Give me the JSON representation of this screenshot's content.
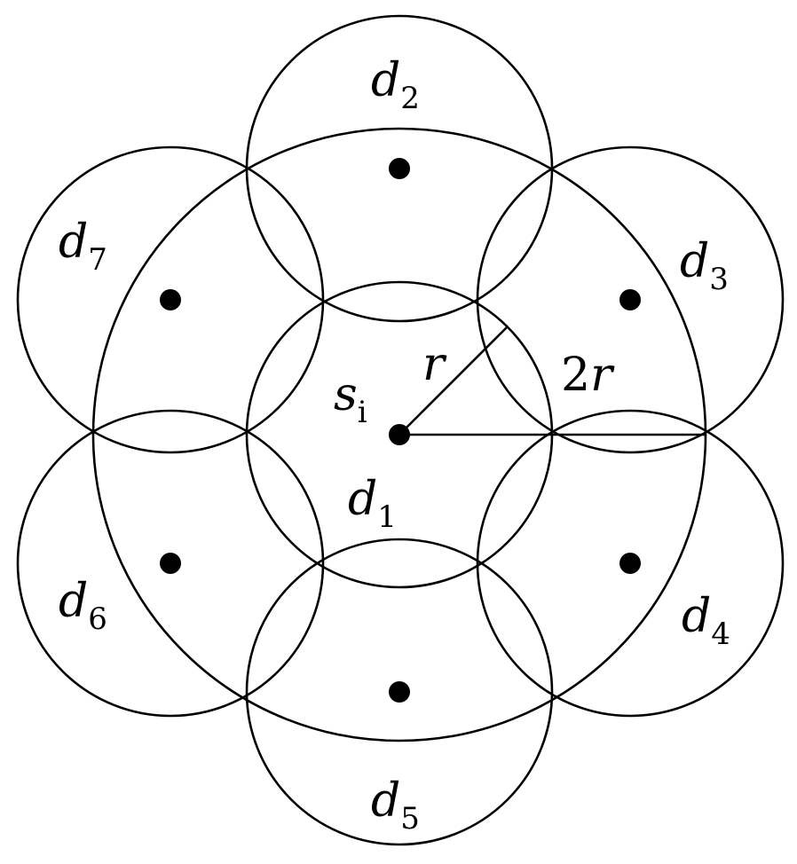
{
  "diagram": {
    "center_label": {
      "letter": "s",
      "sub": "i"
    },
    "radius_label": "r",
    "outer_radius_label": {
      "num": "2",
      "var": "r"
    },
    "disks": [
      {
        "letter": "d",
        "sub": "1"
      },
      {
        "letter": "d",
        "sub": "2"
      },
      {
        "letter": "d",
        "sub": "3"
      },
      {
        "letter": "d",
        "sub": "4"
      },
      {
        "letter": "d",
        "sub": "5"
      },
      {
        "letter": "d",
        "sub": "6"
      },
      {
        "letter": "d",
        "sub": "7"
      }
    ]
  }
}
